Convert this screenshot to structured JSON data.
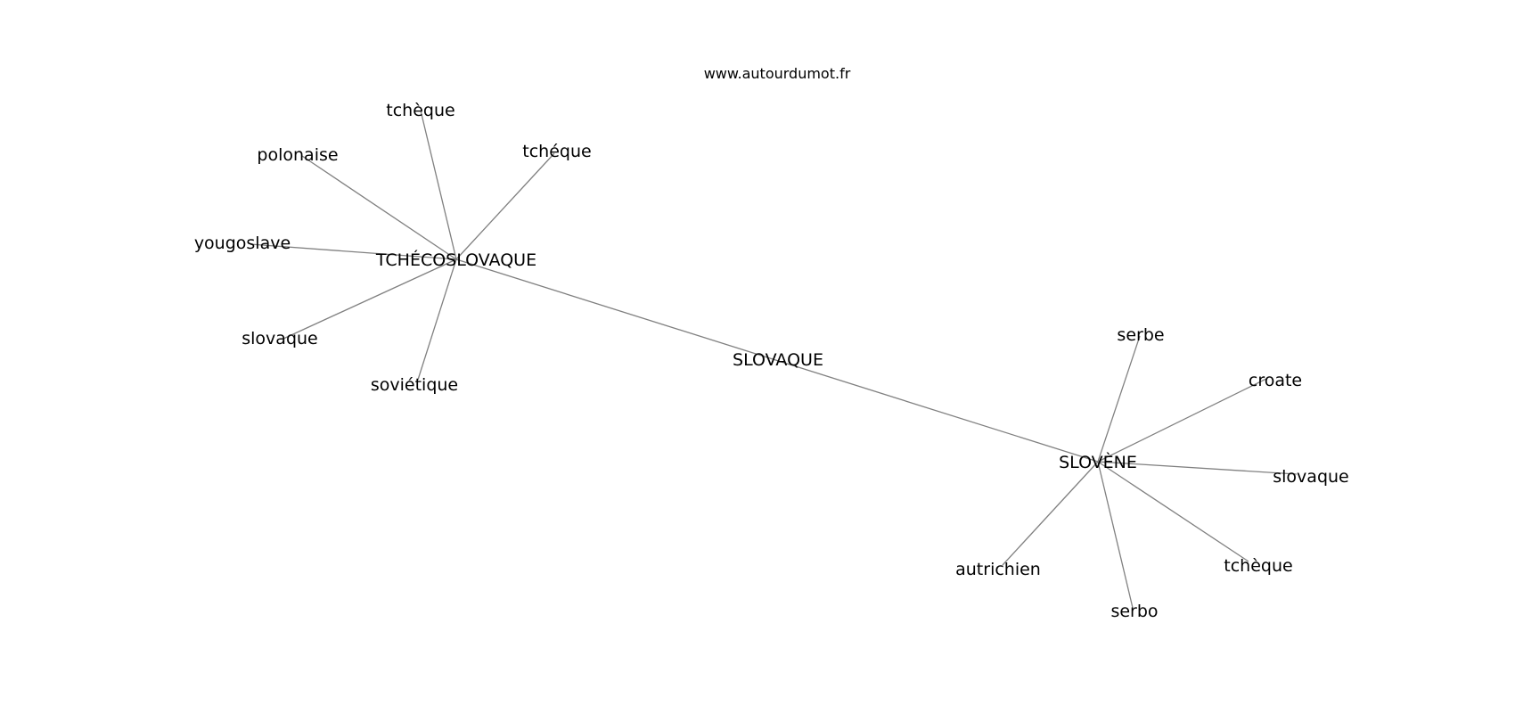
{
  "site": "www.autourdumot.fr",
  "colors": {
    "edge": "#808080",
    "text": "#000000",
    "background": "#ffffff"
  },
  "nodes": {
    "center": "SLOVAQUE",
    "hub_a": "TCHÉCOSLOVAQUE",
    "hub_b": "SLOVÈNE",
    "a_tcheque": "tchèque",
    "a_polonaise": "polonaise",
    "a_tcheque2": "tchéque",
    "a_yougoslave": "yougoslave",
    "a_slovaque": "slovaque",
    "a_sovietique": "soviétique",
    "b_serbe": "serbe",
    "b_croate": "croate",
    "b_slovaque": "slovaque",
    "b_tcheque": "tchèque",
    "b_serbo": "serbo",
    "b_autrichien": "autrichien"
  },
  "edges": [
    [
      "hub_a",
      "hub_b"
    ],
    [
      "hub_a",
      "a_tcheque"
    ],
    [
      "hub_a",
      "a_polonaise"
    ],
    [
      "hub_a",
      "a_tcheque2"
    ],
    [
      "hub_a",
      "a_yougoslave"
    ],
    [
      "hub_a",
      "a_slovaque"
    ],
    [
      "hub_a",
      "a_sovietique"
    ],
    [
      "hub_b",
      "b_serbe"
    ],
    [
      "hub_b",
      "b_croate"
    ],
    [
      "hub_b",
      "b_slovaque"
    ],
    [
      "hub_b",
      "b_tcheque"
    ],
    [
      "hub_b",
      "b_serbo"
    ],
    [
      "hub_b",
      "b_autrichien"
    ]
  ]
}
